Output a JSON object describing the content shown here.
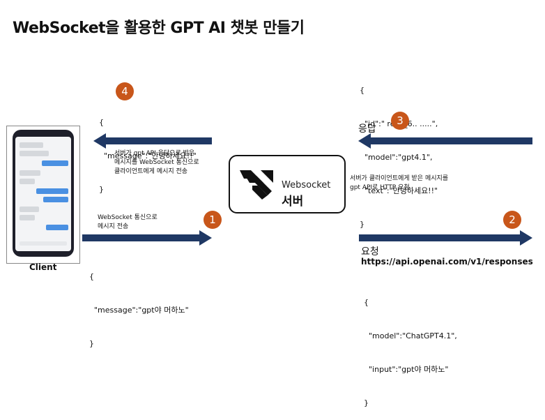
{
  "title": "WebSocket을 활용한 GPT AI 챗봇 만들기",
  "client_label": "Client",
  "server": {
    "logo_text": "Websocket",
    "label": "서버"
  },
  "steps": {
    "s1": {
      "number": "1",
      "note_l1": "WebSocket 통신으로",
      "note_l2": "메시지 전송",
      "json": [
        "{",
        "  \"message\":\"gpt야 머하노\"",
        "}"
      ]
    },
    "s2": {
      "number": "2",
      "label": "요청",
      "url": "https://api.openai.com/v1/responses",
      "json": [
        "{",
        "  \"model\":\"ChatGPT4.1\",",
        "  \"input\":\"gpt야 머하노\"",
        "}"
      ]
    },
    "s3": {
      "number": "3",
      "label": "응답",
      "json": [
        "{",
        "  \"id\":\" resp_6.. .....\",",
        "  \"model\":\"gpt4.1\",",
        "  \"text\":\"안녕하세요!!\"",
        "}"
      ]
    },
    "s4": {
      "number": "4",
      "json": [
        "{",
        "  \"message\":\"안녕하세요!!\"",
        "}"
      ]
    }
  },
  "notes": {
    "server_to_client_l1": "서버가 gpt  API 응답으로 받은",
    "server_to_client_l2": "메시지를 WebSocket 통신으로",
    "server_to_client_l3": "클라이언트에게 메시지 전송",
    "server_to_api_l1": "서버가 클라이언트에게 받은 메시지를",
    "server_to_api_l2": "gpt API로 HTTP 요청"
  },
  "colors": {
    "arrow": "#1f3864",
    "badge": "#c8561a",
    "bubble_blue": "#4a90e2",
    "bubble_gray": "#d5d8dc"
  }
}
